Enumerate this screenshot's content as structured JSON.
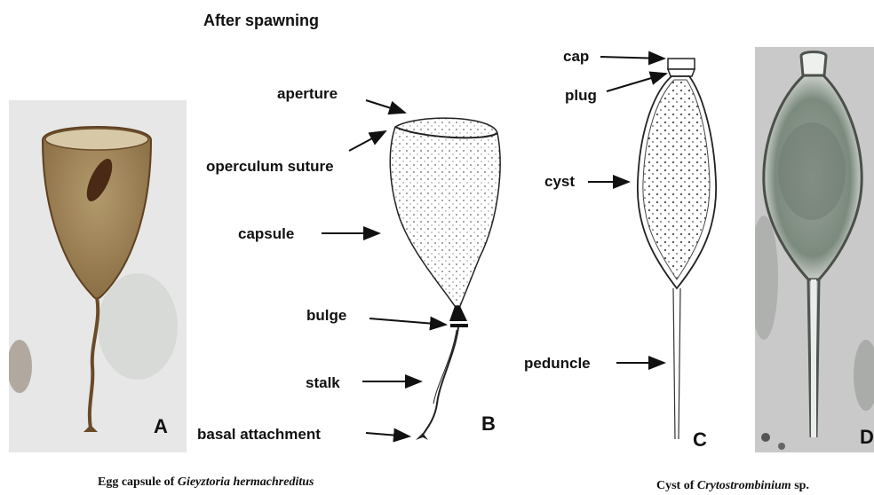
{
  "heading": "After spawning",
  "panels": {
    "a": "A",
    "b": "B",
    "c": "C",
    "d": "D"
  },
  "labels_b": {
    "aperture": "aperture",
    "operculum_suture": "operculum suture",
    "capsule": "capsule",
    "bulge": "bulge",
    "stalk": "stalk",
    "basal_attachment": "basal attachment"
  },
  "labels_c": {
    "cap": "cap",
    "plug": "plug",
    "cyst": "cyst",
    "peduncle": "peduncle"
  },
  "captions": {
    "left_prefix": "Egg capsule of ",
    "left_species": "Gieyztoria hermachreditus",
    "right_prefix": "Cyst of ",
    "right_species": "Crytostrombinium",
    "right_suffix": " sp."
  }
}
